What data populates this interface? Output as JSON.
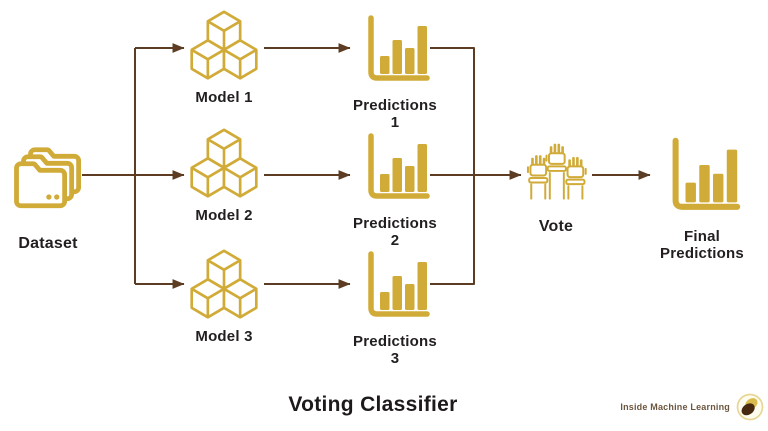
{
  "title": "Voting Classifier",
  "brand": {
    "name": "Inside Machine Learning"
  },
  "colors": {
    "gold": "#D1AB38",
    "connector_brown": "#5C3D23",
    "label_dark": "#231F20",
    "brand_brown": "#6D563F"
  },
  "diagram": {
    "dataset": {
      "label": "Dataset"
    },
    "models": [
      {
        "label": "Model 1"
      },
      {
        "label": "Model 2"
      },
      {
        "label": "Model 3"
      }
    ],
    "predictions": [
      {
        "label": "Predictions 1"
      },
      {
        "label": "Predictions 2"
      },
      {
        "label": "Predictions 3"
      }
    ],
    "vote": {
      "label": "Vote"
    },
    "final_predictions": {
      "label_line1": "Final",
      "label_line2": "Predictions"
    }
  }
}
